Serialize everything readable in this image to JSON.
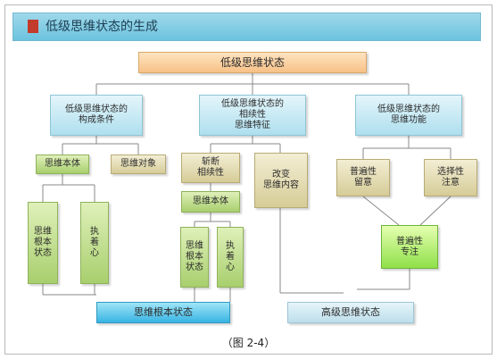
{
  "header": {
    "title": "低级思维状态的生成"
  },
  "diagram": {
    "root": "低级思维状态",
    "level1": {
      "left": "低级思维状态的\n构成条件",
      "middle": "低级思维状态的\n相续性\n思维特征",
      "right": "低级思维状态的\n思维功能"
    },
    "left_branch": {
      "thinking_body": "思维本体",
      "thinking_object": "思维对象",
      "root_state": "思维\n根本\n状态",
      "attachment": "执\n着\n心"
    },
    "middle_branch": {
      "break_continuity": "斩断\n相续性",
      "change_content": "改变\n思维内容",
      "thinking_body": "思维本体",
      "root_state": "思维\n根本\n状态",
      "attachment": "执\n着\n心"
    },
    "right_branch": {
      "universal_attention": "普遍性\n留意",
      "selective_attention": "选择性\n注意",
      "universal_focus": "普遍性\n专注"
    },
    "bottom": {
      "root_thinking_state": "思维根本状态",
      "advanced_thinking_state": "高级思维状态"
    }
  },
  "caption": "（图 2-4）"
}
